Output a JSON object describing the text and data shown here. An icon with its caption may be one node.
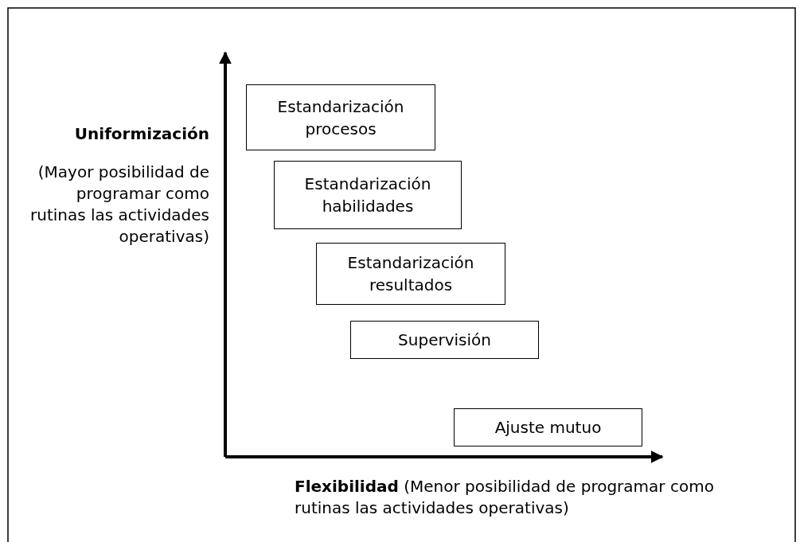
{
  "diagram": {
    "nodes": [
      {
        "text": [
          "Estandarización procesos"
        ]
      },
      {
        "text": [
          "Estandarización habilidades"
        ]
      },
      {
        "text": [
          "Estandarización resultados"
        ]
      },
      {
        "text": [
          "Supervisión"
        ]
      },
      {
        "text": [
          "Ajuste mutuo"
        ]
      }
    ],
    "edges": [],
    "labels": [
      "Uniformización",
      "(Mayor posibilidad de programar como rutinas las actividades operativas)",
      "**Flexibilidad** (Menor posibilidad de programar como rutinas las actividades operativas)"
    ]
  }
}
